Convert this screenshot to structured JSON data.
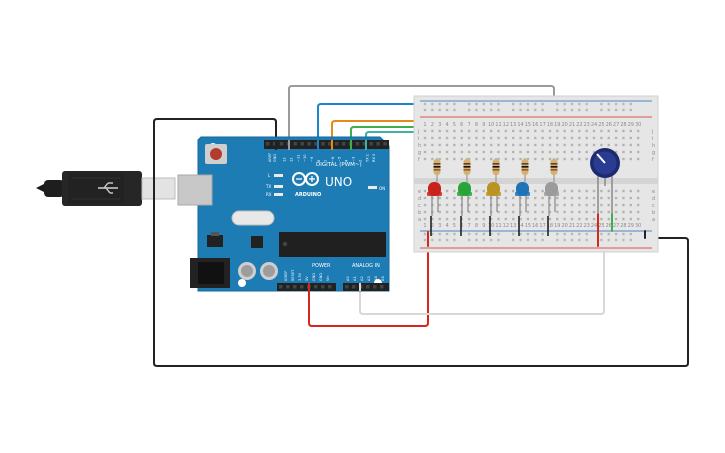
{
  "board": {
    "logo": "UNO",
    "brand": "ARDUINO",
    "digital_label": "DIGITAL (PWM~)",
    "power_label": "POWER",
    "analog_label": "ANALOG IN",
    "on_label": "ON",
    "tx_label": "TX",
    "rx_label": "RX",
    "l_label": "L",
    "aref_label": "AREF",
    "gnd_label": "GND",
    "ioref_label": "IOREF",
    "reset_label": "RESET",
    "pin_3v3": "3.3V",
    "pin_5v": "5V",
    "pin_vin": "Vin",
    "digital_pins": [
      "13",
      "12",
      "~11",
      "~10",
      "~9",
      "8",
      "7",
      "~6",
      "~5",
      "4",
      "~3",
      "2",
      "TX 1",
      "RX 0"
    ],
    "analog_pins": [
      "A0",
      "A1",
      "A2",
      "A3",
      "A4",
      "A5"
    ]
  },
  "breadboard": {
    "col_numbers": [
      "1",
      "2",
      "3",
      "4",
      "5",
      "6",
      "7",
      "8",
      "9",
      "10",
      "11",
      "12",
      "13",
      "14",
      "15",
      "16",
      "17",
      "18",
      "19",
      "20",
      "21",
      "22",
      "23",
      "24",
      "25",
      "26",
      "27",
      "28",
      "29",
      "30"
    ],
    "rows_top": [
      "j",
      "i",
      "h",
      "g",
      "f"
    ],
    "rows_bottom": [
      "e",
      "d",
      "c",
      "b",
      "a"
    ]
  },
  "leds": [
    {
      "color": "#c8231c",
      "name": "red"
    },
    {
      "color": "#2aa43a",
      "name": "green"
    },
    {
      "color": "#b99422",
      "name": "yellow"
    },
    {
      "color": "#1f73b7",
      "name": "blue"
    },
    {
      "color": "#9b9b9b",
      "name": "white"
    }
  ],
  "wire_colors": {
    "gray": "#9a9a9a",
    "blue": "#1a86c9",
    "orange": "#e58b17",
    "green": "#3db04a",
    "teal": "#3fb0a8",
    "black": "#222222",
    "red": "#d7261e",
    "white_wire": "#d8d8d8"
  }
}
